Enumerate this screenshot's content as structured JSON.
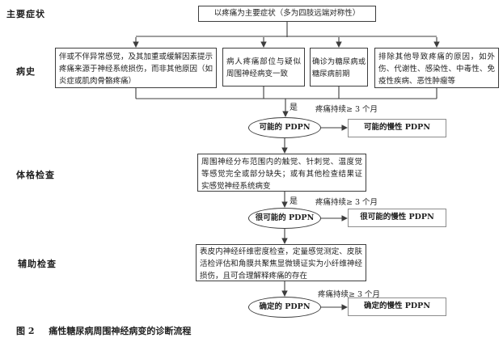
{
  "side_labels": {
    "symptom": "主要症状",
    "history": "病史",
    "physical": "体格检查",
    "auxiliary": "辅助检查"
  },
  "top_box": "以疼痛为主要症状（多为四肢远端对称性）",
  "history_boxes": [
    "伴或不伴异常感觉，及其加重或缓解因素提示疼痛来源于神经系统损伤，而非其他原因（如炎症或肌肉骨骼疼痛）",
    "病人疼痛部位与疑似周围神经病变一致",
    "确诊为糖尿病或糖尿病前期",
    "排除其他导致疼痛的原因，如外伤、代谢性、感染性、中毒性、免疫性疾病、恶性肿瘤等"
  ],
  "criteria_boxes": {
    "physical": "周围神经分布范围内的触觉、针刺觉、温度觉等感觉完全或部分缺失；或有其他检查结果证实感觉神经系统病变",
    "auxiliary": "表皮内神经纤维密度检查，定量感觉测定、皮肤活检评估和角膜共聚焦显微镜证实为小纤维神经损伤，且可合理解释疼痛的存在"
  },
  "labels": {
    "yes": "是",
    "duration": "疼痛持续≥ 3 个月"
  },
  "outcomes": {
    "possible": "可能的 PDPN",
    "possible_chronic": "可能的慢性 PDPN",
    "probable": "很可能的 PDPN",
    "probable_chronic": "很可能的慢性 PDPN",
    "definite": "确定的 PDPN",
    "definite_chronic": "确定的慢性 PDPN"
  },
  "caption": {
    "figure_label": "图 2",
    "title": "痛性糖尿病周围神经病变的诊断流程"
  },
  "colors": {
    "line": "#3d3d3d",
    "box_border": "#3d3d3d",
    "result_border": "#8c8c8c",
    "text": "#1f1f1f",
    "background": "#ffffff"
  }
}
